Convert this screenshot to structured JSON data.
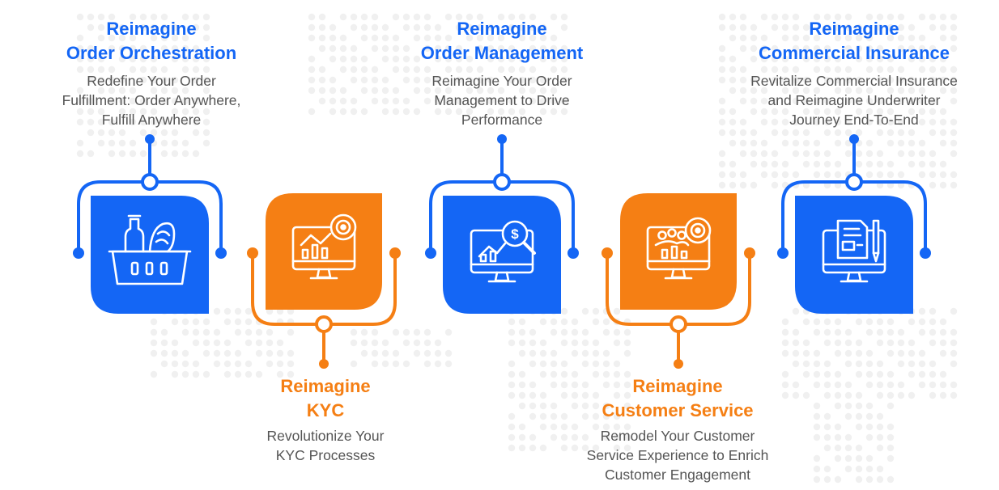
{
  "colors": {
    "blue": "#1466f5",
    "orange": "#f57f14",
    "dots": "#f0f0f0",
    "text": "#555555"
  },
  "steps": [
    {
      "title": [
        "Reimagine",
        "Order Orchestration"
      ],
      "description": [
        "Redefine Your Order",
        "Fulfillment: Order Anywhere,",
        "Fulfill Anywhere"
      ],
      "color": "blue",
      "icon": "grocery-basket-icon"
    },
    {
      "title": [
        "Reimagine",
        "KYC"
      ],
      "description": [
        "Revolutionize Your",
        "KYC Processes"
      ],
      "color": "orange",
      "icon": "analytics-monitor-icon"
    },
    {
      "title": [
        "Reimagine",
        "Order Management"
      ],
      "description": [
        "Reimagine Your Order",
        "Management to Drive",
        "Performance"
      ],
      "color": "blue",
      "icon": "dollar-search-monitor-icon"
    },
    {
      "title": [
        "Reimagine",
        "Customer Service"
      ],
      "description": [
        "Remodel Your Customer",
        "Service Experience to Enrich",
        "Customer Engagement"
      ],
      "color": "orange",
      "icon": "customer-target-monitor-icon"
    },
    {
      "title": [
        "Reimagine",
        "Commercial Insurance"
      ],
      "description": [
        "Revitalize Commercial Insurance",
        "and Reimagine Underwriter",
        "Journey End-To-End"
      ],
      "color": "blue",
      "icon": "document-pen-monitor-icon"
    }
  ]
}
